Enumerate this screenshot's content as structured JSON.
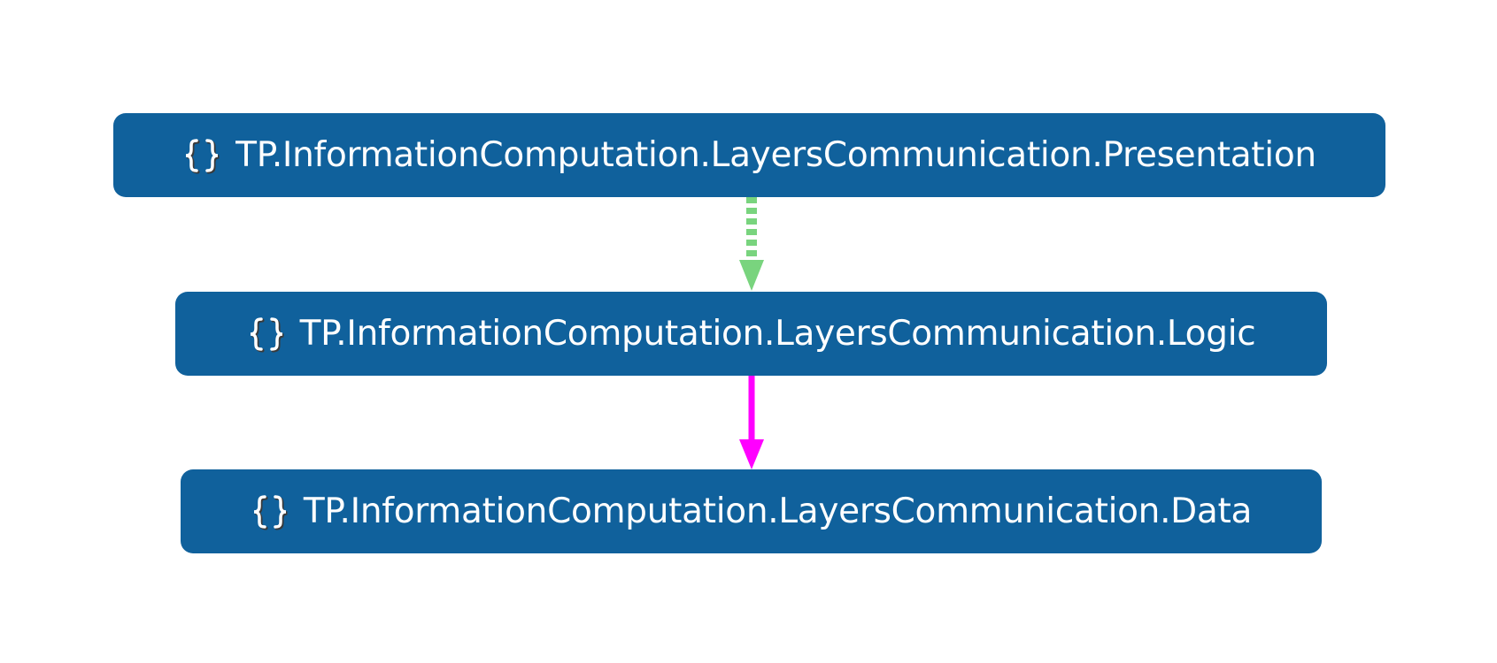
{
  "colors": {
    "node_fill": "#10619c",
    "node_text": "#ffffff",
    "icon_stroke": "#ffffff",
    "icon_shadow": "#3a3a3a",
    "edge_dashed": "#79d47e",
    "edge_solid": "#ff00ff"
  },
  "nodes": [
    {
      "id": "presentation",
      "icon": "namespace-braces-icon",
      "label": "TP.InformationComputation.LayersCommunication.Presentation"
    },
    {
      "id": "logic",
      "icon": "namespace-braces-icon",
      "label": "TP.InformationComputation.LayersCommunication.Logic"
    },
    {
      "id": "data",
      "icon": "namespace-braces-icon",
      "label": "TP.InformationComputation.LayersCommunication.Data"
    }
  ],
  "edges": [
    {
      "from": "presentation",
      "to": "logic",
      "style": "dashed"
    },
    {
      "from": "logic",
      "to": "data",
      "style": "solid"
    }
  ]
}
